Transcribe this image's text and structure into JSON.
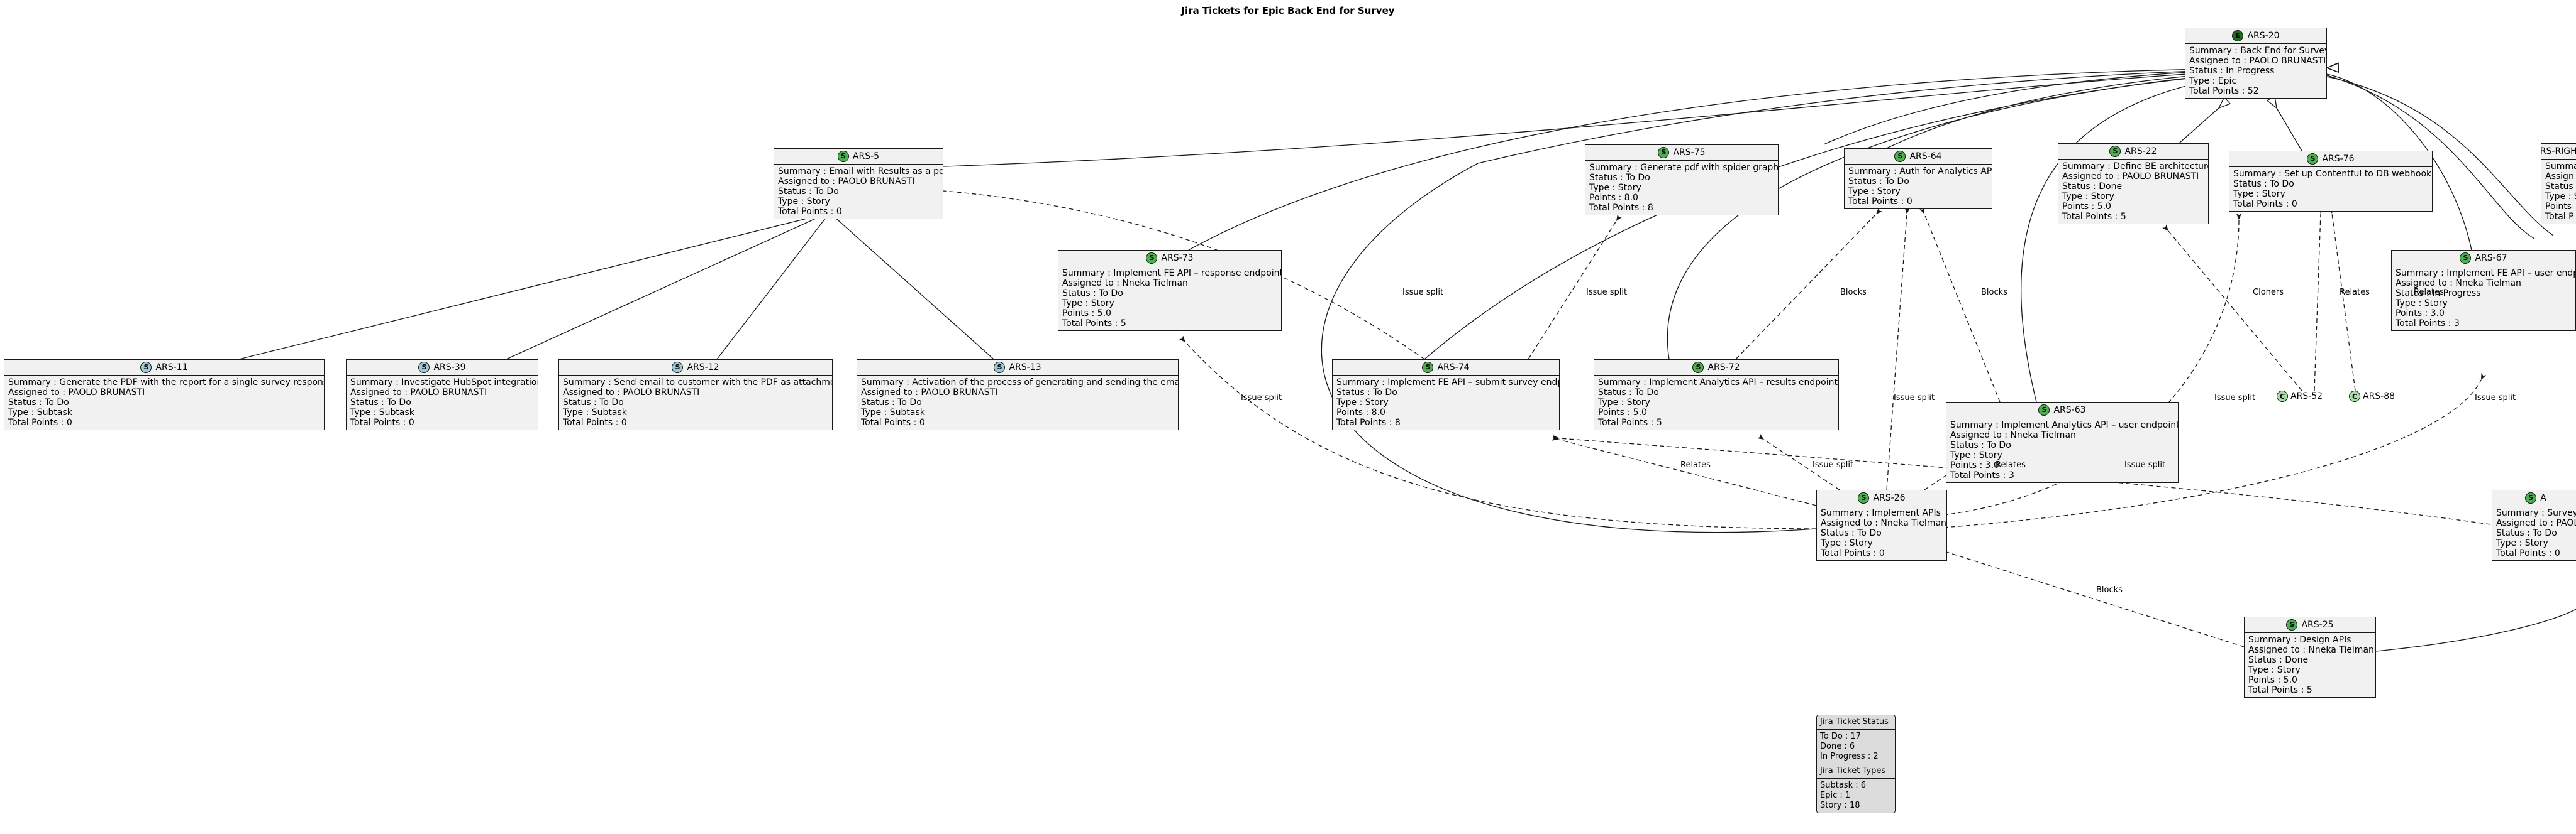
{
  "diagram": {
    "title": "Jira Tickets for Epic Back End for Survey",
    "nodes": [
      {
        "id": "ARS-20",
        "kind": "epic",
        "letter": "E",
        "lines": [
          "Summary : Back End for Survey",
          "Assigned to : PAOLO BRUNASTI",
          "Status : In Progress",
          "Type : Epic",
          "Total  Points : 52"
        ]
      },
      {
        "id": "ARS-5",
        "kind": "story",
        "letter": "S",
        "lines": [
          "Summary : Email with Results as a pdf",
          "Assigned to : PAOLO BRUNASTI",
          "Status : To Do",
          "Type : Story",
          "Total  Points : 0"
        ]
      },
      {
        "id": "ARS-75",
        "kind": "story",
        "letter": "S",
        "lines": [
          "Summary : Generate pdf with spider graph",
          "Status : To Do",
          "Type : Story",
          "Points : 8.0",
          "Total  Points : 8"
        ]
      },
      {
        "id": "ARS-64",
        "kind": "story",
        "letter": "S",
        "lines": [
          "Summary : Auth for Analytics API",
          "Status : To Do",
          "Type : Story",
          "Total  Points : 0"
        ]
      },
      {
        "id": "ARS-22",
        "kind": "story",
        "letter": "S",
        "lines": [
          "Summary : Define BE architecture",
          "Assigned to : PAOLO BRUNASTI",
          "Status : Done",
          "Type : Story",
          "Points : 5.0",
          "Total  Points : 5"
        ]
      },
      {
        "id": "ARS-76",
        "kind": "story",
        "letter": "S",
        "lines": [
          "Summary : Set up Contentful to DB webhook",
          "Status : To Do",
          "Type : Story",
          "Total  Points : 0"
        ]
      },
      {
        "id": "ARS-73",
        "kind": "story",
        "letter": "S",
        "lines": [
          "Summary : Implement FE API – response endpoints",
          "Assigned to : Nneka Tielman",
          "Status : To Do",
          "Type : Story",
          "Points : 5.0",
          "Total  Points : 5"
        ]
      },
      {
        "id": "ARS-67",
        "kind": "story",
        "letter": "S",
        "lines": [
          "Summary : Implement FE API – user endpoints",
          "Assigned to : Nneka Tielman",
          "Status : In Progress",
          "Type : Story",
          "Points : 3.0",
          "Total  Points : 3"
        ]
      },
      {
        "id": "ARS-11",
        "kind": "subtask",
        "letter": "S",
        "lines": [
          "Summary : Generate the PDF with the report for a single survey response",
          "Assigned to : PAOLO BRUNASTI",
          "Status : To Do",
          "Type : Subtask",
          "Total  Points : 0"
        ]
      },
      {
        "id": "ARS-39",
        "kind": "subtask",
        "letter": "S",
        "lines": [
          "Summary : Investigate HubSpot integration",
          "Assigned to : PAOLO BRUNASTI",
          "Status : To Do",
          "Type : Subtask",
          "Total  Points : 0"
        ]
      },
      {
        "id": "ARS-12",
        "kind": "subtask",
        "letter": "S",
        "lines": [
          "Summary : Send email to customer with the PDF as attachment",
          "Assigned to : PAOLO BRUNASTI",
          "Status : To Do",
          "Type : Subtask",
          "Total  Points : 0"
        ]
      },
      {
        "id": "ARS-13",
        "kind": "subtask",
        "letter": "S",
        "lines": [
          "Summary : Activation of the process of generating and sending the email",
          "Assigned to : PAOLO BRUNASTI",
          "Status : To Do",
          "Type : Subtask",
          "Total  Points : 0"
        ]
      },
      {
        "id": "ARS-74",
        "kind": "story",
        "letter": "S",
        "lines": [
          "Summary : Implement FE API – submit survey endpoint",
          "Status : To Do",
          "Type : Story",
          "Points : 8.0",
          "Total  Points : 8"
        ]
      },
      {
        "id": "ARS-72",
        "kind": "story",
        "letter": "S",
        "lines": [
          "Summary : Implement Analytics API – results endpoints",
          "Status : To Do",
          "Type : Story",
          "Points : 5.0",
          "Total  Points : 5"
        ]
      },
      {
        "id": "ARS-63",
        "kind": "story",
        "letter": "S",
        "lines": [
          "Summary : Implement Analytics API – user endpoints",
          "Assigned to : Nneka Tielman",
          "Status : To Do",
          "Type : Story",
          "Points : 3.0",
          "Total  Points : 3"
        ]
      },
      {
        "id": "ARS-26",
        "kind": "story",
        "letter": "S",
        "lines": [
          "Summary : Implement APIs",
          "Assigned to : Nneka Tielman",
          "Status : To Do",
          "Type : Story",
          "Total  Points : 0"
        ]
      },
      {
        "id": "ARS-25",
        "kind": "story",
        "letter": "S",
        "lines": [
          "Summary : Design APIs",
          "Assigned to : Nneka Tielman",
          "Status : Done",
          "Type : Story",
          "Points : 5.0",
          "Total  Points : 5"
        ]
      },
      {
        "id": "ARS-RIGHT-TOP",
        "kind": "story",
        "letter": "S",
        "lines": [
          "Summar",
          "Assign",
          "Status :",
          "Type : S",
          "Points",
          "Total P"
        ]
      },
      {
        "id": "ARS-RIGHT-MID",
        "kind": "story",
        "letter": "S",
        "label": "A",
        "lines": [
          "Summary : Survey I",
          "Assigned to : PAOL",
          "Status : To Do",
          "Type : Story",
          "Total  Points : 0"
        ]
      }
    ],
    "mini_nodes": [
      {
        "id": "ARS-52",
        "letter": "C"
      },
      {
        "id": "ARS-88",
        "letter": "C"
      }
    ],
    "edge_labels": [
      "Issue split",
      "Issue split",
      "Blocks",
      "Blocks",
      "Cloners",
      "Relates",
      "Relates",
      "Issue split",
      "Issue split",
      "Issue split",
      "Issue split",
      "Relates",
      "Issue split",
      "Relates",
      "Issue split",
      "Blocks"
    ],
    "legend": {
      "status_header": "Jira Ticket Status",
      "status_lines": [
        "To Do : 17",
        "Done : 6",
        "In Progress : 2"
      ],
      "types_header": "Jira Ticket Types",
      "types_lines": [
        "Subtask : 6",
        "Epic : 1",
        "Story : 18"
      ]
    }
  }
}
